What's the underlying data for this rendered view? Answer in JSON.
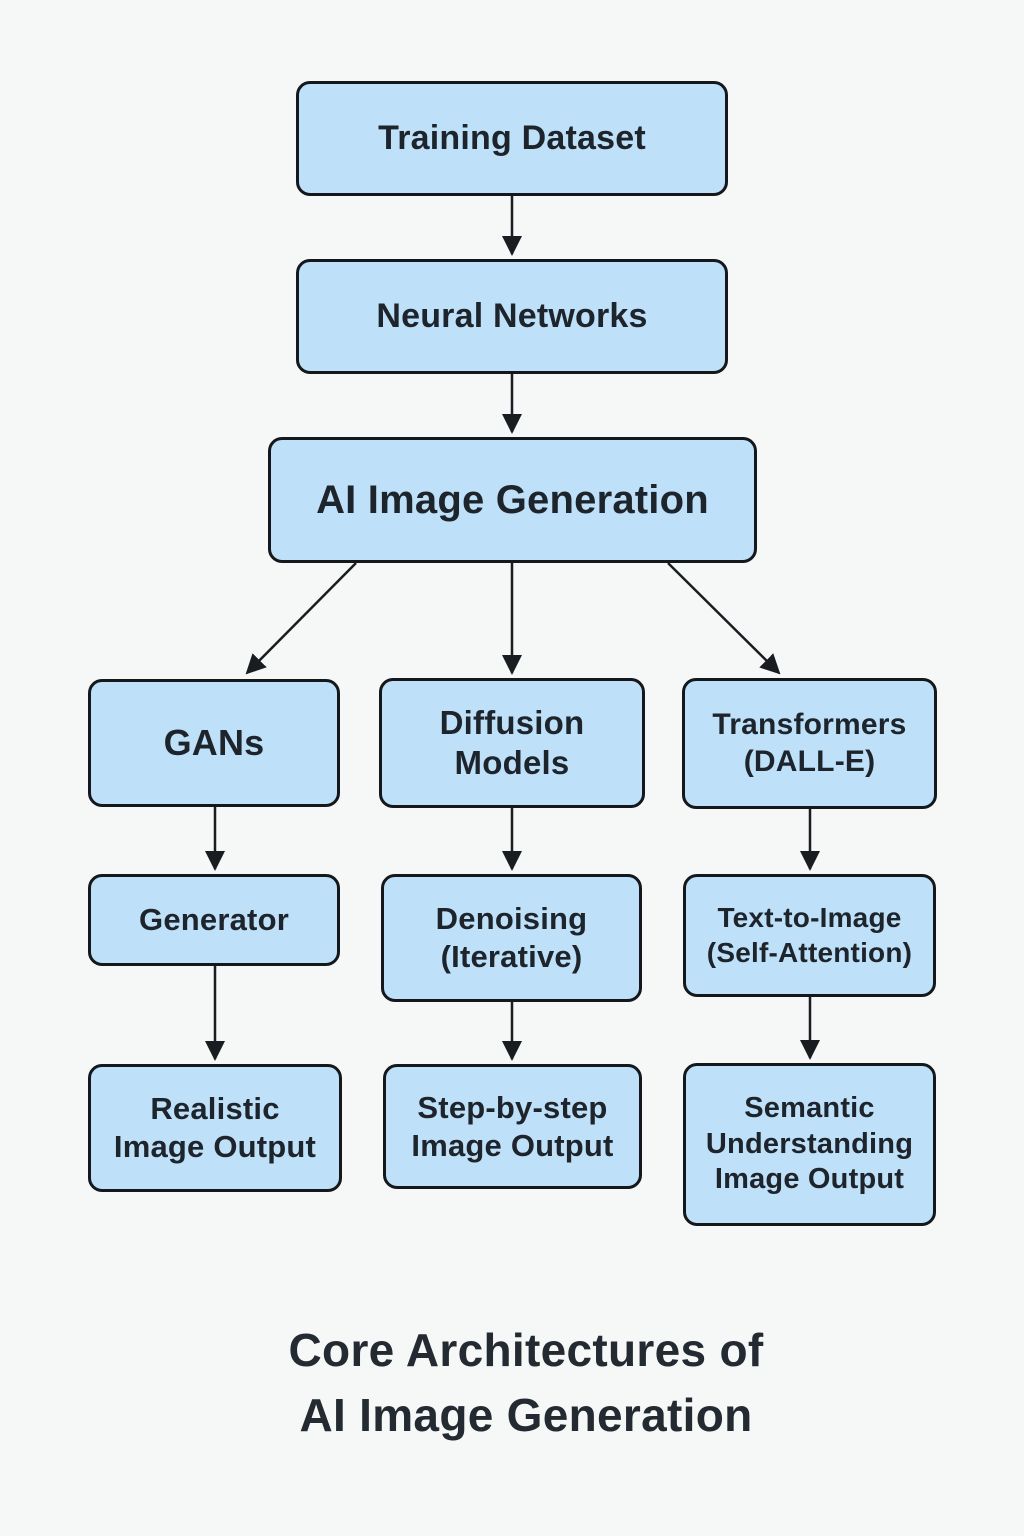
{
  "diagram": {
    "caption": "Core Architectures of\nAI Image Generation",
    "colors": {
      "background": "#f6f7f7",
      "node_fill": "#bee0f8",
      "node_border": "#14181c",
      "arrow": "#191d22",
      "node_text": "#1e242b",
      "caption_text": "#242a31"
    },
    "nodes": {
      "training_dataset": {
        "label": "Training Dataset"
      },
      "neural_networks": {
        "label": "Neural Networks"
      },
      "ai_image_generation": {
        "label": "AI Image Generation"
      },
      "gans": {
        "label": "GANs"
      },
      "diffusion_models": {
        "label": "Diffusion\nModels"
      },
      "transformers": {
        "label": "Transformers\n(DALL-E)"
      },
      "generator": {
        "label": "Generator"
      },
      "denoising": {
        "label": "Denoising\n(Iterative)"
      },
      "text_to_image": {
        "label": "Text-to-Image\n(Self-Attention)"
      },
      "realistic_output": {
        "label": "Realistic\nImage Output"
      },
      "step_by_step_output": {
        "label": "Step-by-step\nImage Output"
      },
      "semantic_output": {
        "label": "Semantic\nUnderstanding\nImage Output"
      }
    }
  }
}
